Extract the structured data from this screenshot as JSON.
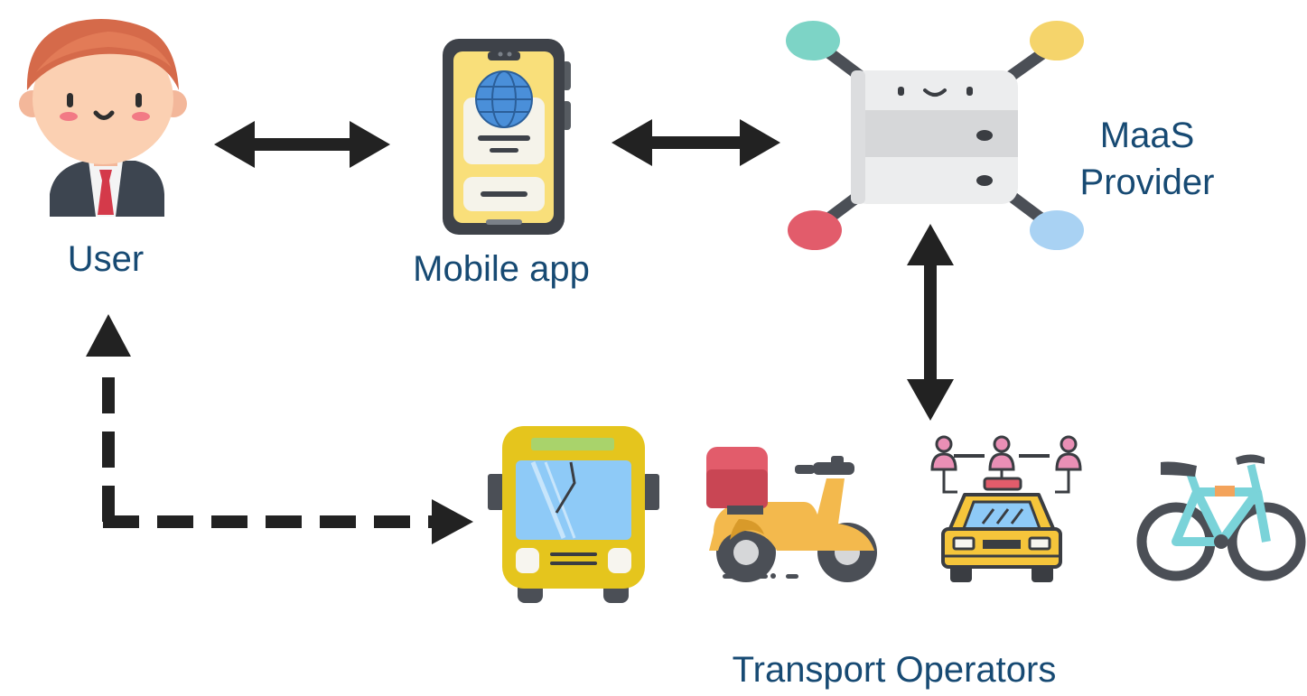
{
  "nodes": {
    "user": {
      "label": "User",
      "icon": "user-avatar-icon"
    },
    "mobile_app": {
      "label": "Mobile app",
      "icon": "smartphone-globe-icon"
    },
    "maas_provider": {
      "label_line1": "MaaS",
      "label_line2": "Provider",
      "icon": "server-hub-icon"
    },
    "transport_operators": {
      "label": "Transport Operators",
      "vehicles": [
        "bus-icon",
        "scooter-icon",
        "taxi-network-icon",
        "bicycle-icon"
      ]
    }
  },
  "edges": [
    {
      "from": "user",
      "to": "mobile_app",
      "style": "solid",
      "direction": "both"
    },
    {
      "from": "mobile_app",
      "to": "maas_provider",
      "style": "solid",
      "direction": "both"
    },
    {
      "from": "maas_provider",
      "to": "transport_operators",
      "style": "solid",
      "direction": "both"
    },
    {
      "from": "transport_operators",
      "to": "user",
      "style": "dashed",
      "direction": "both"
    }
  ],
  "colors": {
    "label_text": "#174a73",
    "arrow": "#222222"
  }
}
